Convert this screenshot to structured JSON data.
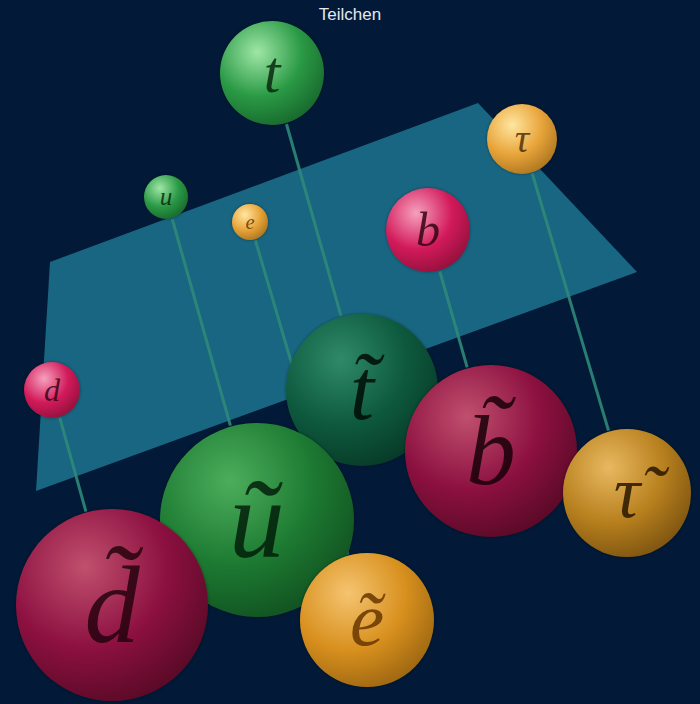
{
  "diagram": {
    "title": "Teilchen",
    "nodes": [
      {
        "text": [
          "t"
        ]
      },
      {
        "text": [
          "τ"
        ]
      },
      {
        "text": [
          "u"
        ]
      },
      {
        "text": [
          "e"
        ]
      },
      {
        "text": [
          "b"
        ]
      },
      {
        "text": [
          "d"
        ]
      },
      {
        "text": [
          "t̃"
        ]
      },
      {
        "text": [
          "ũ"
        ]
      },
      {
        "text": [
          "b̃"
        ]
      },
      {
        "text": [
          "τ̃"
        ]
      },
      {
        "text": [
          "d̃"
        ]
      },
      {
        "text": [
          "ẽ"
        ]
      }
    ],
    "edges": [
      {
        "from": 0,
        "to": 6,
        "arrow": "none"
      },
      {
        "from": 1,
        "to": 9,
        "arrow": "none"
      },
      {
        "from": 2,
        "to": 7,
        "arrow": "none"
      },
      {
        "from": 3,
        "to": 11,
        "arrow": "none"
      },
      {
        "from": 4,
        "to": 8,
        "arrow": "none"
      },
      {
        "from": 5,
        "to": 10,
        "arrow": "none"
      }
    ]
  }
}
